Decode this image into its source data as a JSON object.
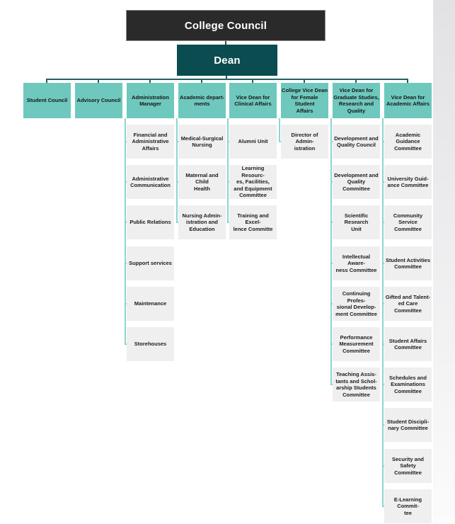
{
  "chart": {
    "type": "org-chart",
    "root": {
      "label": "College Council"
    },
    "dean": {
      "label": "Dean"
    },
    "colors": {
      "root_box": "#2b2a2a",
      "dean_box": "#0b4c50",
      "branch_box": "#6fc8be",
      "leaf_box": "#efefef",
      "top_connector": "#265f63",
      "column_connector": "#8bd6cd"
    },
    "columns": [
      {
        "label": "Student Council",
        "children": []
      },
      {
        "label": "Advisory Council",
        "children": []
      },
      {
        "label": "Administration\nManager",
        "children": [
          {
            "label": "Financial and\nAdministrative\nAffairs"
          },
          {
            "label": "Administrative\nCommunication"
          },
          {
            "label": "Public Relations"
          },
          {
            "label": "Support services"
          },
          {
            "label": "Maintenance"
          },
          {
            "label": "Storehouses"
          }
        ]
      },
      {
        "label": "Academic depart-\nments",
        "children": [
          {
            "label": "Medical-Surgical\nNursing"
          },
          {
            "label": "Maternal and Child\nHealth"
          },
          {
            "label": "Nursing Admin-\nistration and\nEducation"
          }
        ]
      },
      {
        "label": "Vice Dean for\nClinical Affairs",
        "children": [
          {
            "label": "Alumni Unit"
          },
          {
            "label": "Learning Resourc-\nes, Facilities,\nand Equipment\nCommittee"
          },
          {
            "label": "Training and Excel-\nlence Committe"
          }
        ]
      },
      {
        "label": "College Vice Dean\nfor Female Student\nAffairs",
        "children": [
          {
            "label": "Director of Admin-\nistration"
          }
        ]
      },
      {
        "label": "Vice Dean for\nGraduate Studies,\nResearch and\nQuality",
        "children": [
          {
            "label": "Development and\nQuality Council"
          },
          {
            "label": "Development and\nQuality Committee"
          },
          {
            "label": "Scientific Research\nUnit"
          },
          {
            "label": "Intellectual Aware-\nness Committee"
          },
          {
            "label": "Continuing Profes-\nsional Develop-\nment Committee"
          },
          {
            "label": "Performance\nMeasurement\nCommittee"
          },
          {
            "label": "Teaching Assis-\ntants and Schol-\narship Students\nCommittee"
          }
        ]
      },
      {
        "label": "Vice Dean for\nAcademic Affairs",
        "children": [
          {
            "label": "Academic Guidance\nCommittee"
          },
          {
            "label": "University Guid-\nance Committee"
          },
          {
            "label": "Community Service\nCommittee"
          },
          {
            "label": "Student Activities\nCommittee"
          },
          {
            "label": "Gifted and Talent-\ned Care Committee"
          },
          {
            "label": "Student Affairs\nCommittee"
          },
          {
            "label": "Schedules and\nExaminations\nCommittee"
          },
          {
            "label": "Student Discipli-\nnary Committee"
          },
          {
            "label": "Security and Safety\nCommittee"
          },
          {
            "label": "E-Learning Commit-\ntee"
          }
        ]
      }
    ]
  }
}
